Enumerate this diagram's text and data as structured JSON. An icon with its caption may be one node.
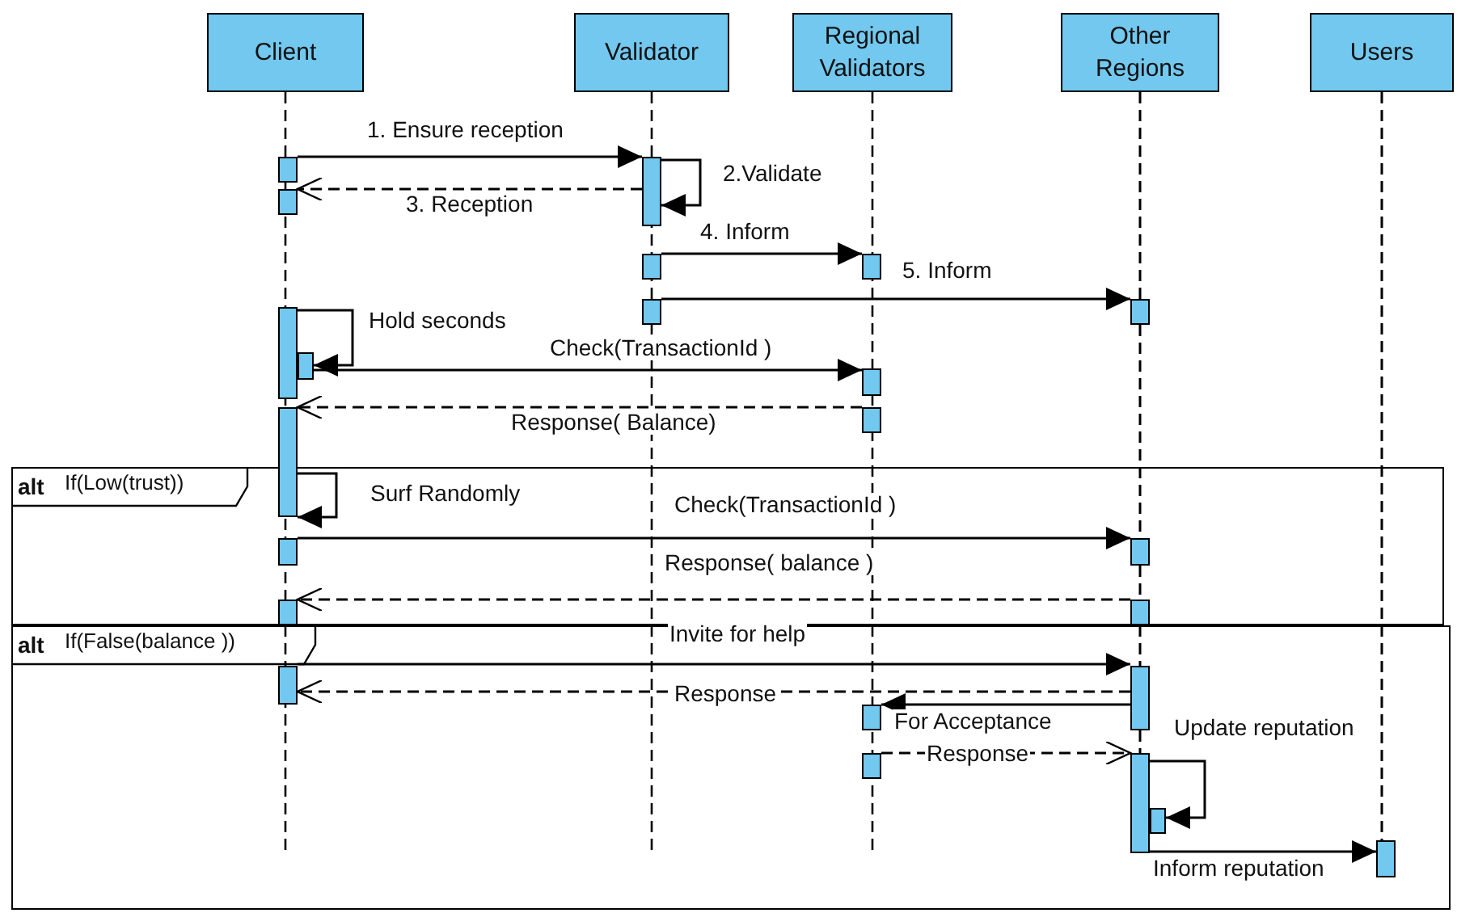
{
  "diagram": {
    "nodes": [
      {
        "text": [
          "Client"
        ]
      },
      {
        "text": [
          "Validator"
        ]
      },
      {
        "text": [
          "Regional Validators"
        ]
      },
      {
        "text": [
          "Other Regions"
        ]
      },
      {
        "text": [
          "Users"
        ]
      },
      {
        "text": [],
        "shape": "bar"
      },
      {
        "text": [],
        "shape": "bar"
      },
      {
        "text": [],
        "shape": "bar"
      },
      {
        "text": [],
        "shape": "bar"
      },
      {
        "text": [],
        "shape": "bar"
      },
      {
        "text": [],
        "shape": "bar"
      },
      {
        "text": [],
        "shape": "bar"
      },
      {
        "text": [],
        "shape": "bar"
      },
      {
        "text": [],
        "shape": "bar"
      },
      {
        "text": [],
        "shape": "bar"
      },
      {
        "text": [],
        "shape": "bar"
      },
      {
        "text": [],
        "shape": "bar"
      },
      {
        "text": [],
        "shape": "bar",
        "in": 28
      },
      {
        "text": [],
        "shape": "bar",
        "in": 28
      },
      {
        "text": [],
        "shape": "bar",
        "in": 28
      },
      {
        "text": [],
        "shape": "bar",
        "in": 28
      },
      {
        "text": [],
        "shape": "bar",
        "in": 29
      },
      {
        "text": [],
        "shape": "bar",
        "in": 29
      },
      {
        "text": [],
        "shape": "bar",
        "in": 29
      },
      {
        "text": [],
        "shape": "bar",
        "in": 29
      },
      {
        "text": [],
        "shape": "bar",
        "in": 29
      },
      {
        "text": [],
        "shape": "bar",
        "in": 29
      },
      {
        "text": [],
        "shape": "bar",
        "in": 29
      },
      {
        "text": [
          "alt",
          "If(Low(trust))"
        ]
      },
      {
        "text": [
          "alt",
          "If(False(balance ))"
        ]
      }
    ],
    "edges": [
      {
        "from": 5,
        "to": 7,
        "arrow": "to",
        "label": "1. Ensure reception"
      },
      {
        "from": 7,
        "to": 7,
        "arrow": "to",
        "label": "2.Validate"
      },
      {
        "from": 7,
        "to": 6,
        "arrow": "to",
        "label": "3. Reception",
        "style": "dashed"
      },
      {
        "from": 8,
        "to": 9,
        "arrow": "to",
        "label": "4. Inform"
      },
      {
        "from": 10,
        "to": 11,
        "arrow": "to",
        "label": "5. Inform"
      },
      {
        "from": 12,
        "to": 13,
        "arrow": "to",
        "label": "Hold seconds"
      },
      {
        "from": 13,
        "to": 14,
        "arrow": "to",
        "label": "Check(TransactionId )"
      },
      {
        "from": 16,
        "to": 15,
        "arrow": "to",
        "label": "Response( Balance)",
        "style": "dashed"
      },
      {
        "from": 15,
        "to": 15,
        "arrow": "to",
        "label": "Surf Randomly"
      },
      {
        "from": 17,
        "to": 18,
        "arrow": "to",
        "label": "Check(TransactionId )"
      },
      {
        "from": 20,
        "to": 19,
        "arrow": "to",
        "label": "Response( balance )",
        "style": "dashed"
      },
      {
        "from": 21,
        "to": 22,
        "arrow": "to",
        "label": "Invite for help"
      },
      {
        "from": 22,
        "to": 21,
        "arrow": "to",
        "label": "Response",
        "style": "dashed"
      },
      {
        "from": 22,
        "to": 23,
        "arrow": "to",
        "label": "For Acceptance"
      },
      {
        "from": 24,
        "to": 25,
        "arrow": "to",
        "label": "Response",
        "style": "dashed"
      },
      {
        "from": 25,
        "to": 26,
        "arrow": "to",
        "label": "Update reputation"
      },
      {
        "from": 25,
        "to": 27,
        "arrow": "to",
        "label": "Inform reputation"
      },
      {
        "from": 0,
        "to": null,
        "arrow": "none",
        "style": "dashed"
      },
      {
        "from": 1,
        "to": null,
        "arrow": "none",
        "style": "dashed"
      },
      {
        "from": 2,
        "to": null,
        "arrow": "none",
        "style": "dashed"
      },
      {
        "from": 3,
        "to": 11,
        "arrow": "none",
        "style": "dashed"
      },
      {
        "from": 4,
        "to": 27,
        "arrow": "none",
        "style": "dashed"
      },
      {
        "from": 11,
        "to": 18,
        "arrow": "none",
        "style": "dashed"
      },
      {
        "from": 18,
        "to": 20,
        "arrow": "none",
        "style": "dashed"
      },
      {
        "from": 20,
        "to": 22,
        "arrow": "none",
        "style": "dashed"
      },
      {
        "from": 22,
        "to": 25,
        "arrow": "none",
        "style": "dashed"
      }
    ]
  }
}
